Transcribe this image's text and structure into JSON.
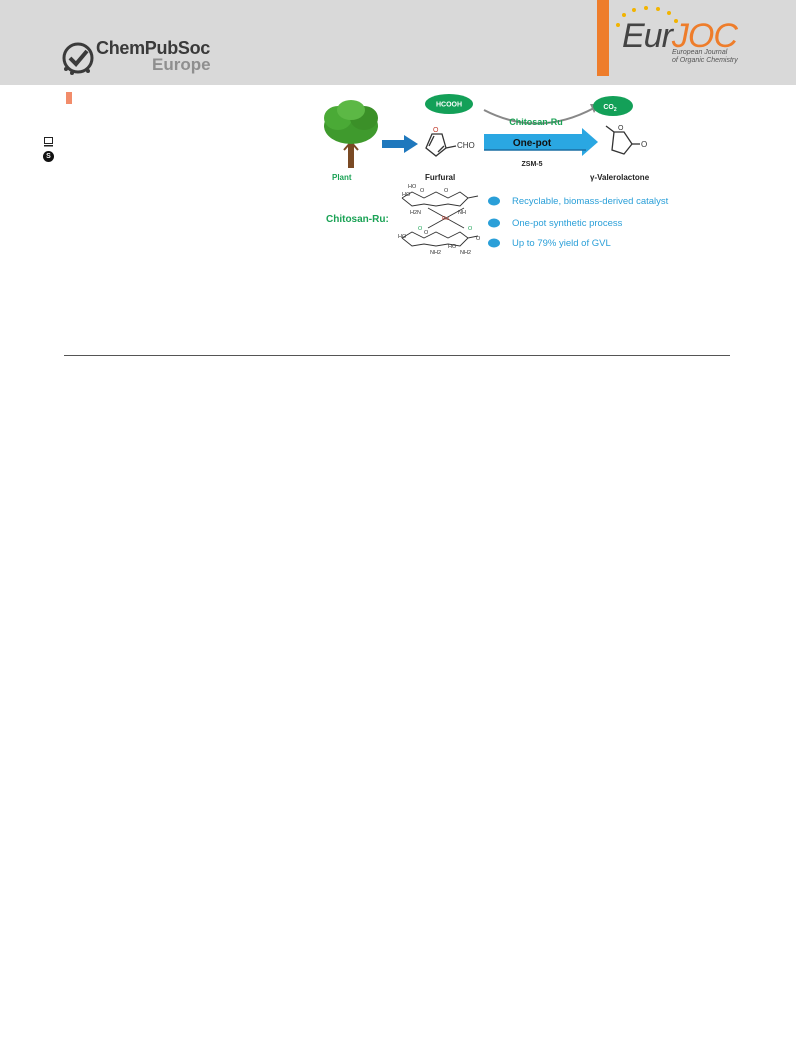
{
  "header": {
    "publisher_line1": "ChemPubSoc",
    "publisher_line2": "Europe",
    "journal_prefix": "Eur",
    "journal_suffix": "JOC",
    "journal_sub1": "European Journal",
    "journal_sub2": "of Organic Chemistry",
    "colors": {
      "band": "#d9d9d9",
      "accent": "#ee7d2b"
    }
  },
  "sidebar": {
    "icon_top": "screen-icon",
    "icon_bottom_label": "S"
  },
  "graphical_abstract": {
    "reagent_badge": "HCOOH",
    "product_badge": "CO",
    "product_badge_sub": "2",
    "catalyst_label": "Chitosan-Ru",
    "arrow_label": "One-pot",
    "co_catalyst": "ZSM-5",
    "source_label": "Plant",
    "substrate_label": "Furfural",
    "substrate_group": "CHO",
    "product_label": "γ-Valerolactone",
    "carbonyl_atom": "O",
    "ring_atom": "O",
    "catalyst_structure_label": "Chitosan-Ru:",
    "structure_atoms": [
      "HO",
      "HO",
      "O",
      "O",
      "H2N",
      "NH",
      "Ru",
      "O",
      "O",
      "HO",
      "O",
      "NH2",
      "HO",
      "NH2",
      "O"
    ],
    "bullets": [
      "Recyclable, biomass-derived catalyst",
      "One-pot synthetic process",
      "Up to 79% yield of GVL"
    ],
    "colors": {
      "green": "#1aa255",
      "badge_green": "#13a058",
      "blue": "#2a9fd8",
      "arrow_blue": "#2aa7e2"
    }
  }
}
